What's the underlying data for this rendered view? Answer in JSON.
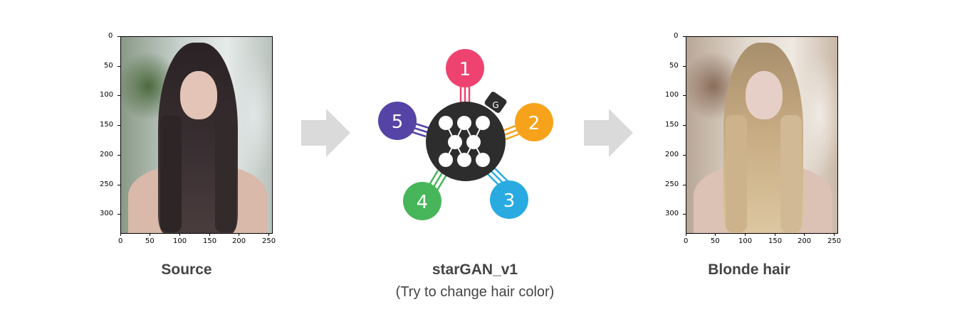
{
  "panels": {
    "source": {
      "caption": "Source",
      "image_desc": "portrait, dark long hair",
      "hair_color": "#2a2224",
      "x_ticks": [
        "0",
        "50",
        "100",
        "150",
        "200",
        "250"
      ],
      "y_ticks": [
        "0",
        "50",
        "100",
        "150",
        "200",
        "250",
        "300"
      ]
    },
    "model": {
      "title": "starGAN_v1",
      "subtitle": "(Try to change hair color)",
      "logo": {
        "center_badge": "G",
        "center_color": "#2d2d2d",
        "nodes": [
          {
            "label": "1",
            "color": "#ee4370"
          },
          {
            "label": "2",
            "color": "#f7a21b"
          },
          {
            "label": "3",
            "color": "#29abe2"
          },
          {
            "label": "4",
            "color": "#47b65a"
          },
          {
            "label": "5",
            "color": "#5544a6"
          }
        ]
      }
    },
    "output": {
      "caption": "Blonde hair",
      "image_desc": "portrait, blonde long hair",
      "hair_color": "#c9ad84",
      "x_ticks": [
        "0",
        "50",
        "100",
        "150",
        "200",
        "250"
      ],
      "y_ticks": [
        "0",
        "50",
        "100",
        "150",
        "200",
        "250",
        "300"
      ]
    }
  },
  "arrows": [
    {
      "icon": "right-arrow-icon",
      "color": "#dadada"
    },
    {
      "icon": "right-arrow-icon",
      "color": "#dadada"
    }
  ]
}
